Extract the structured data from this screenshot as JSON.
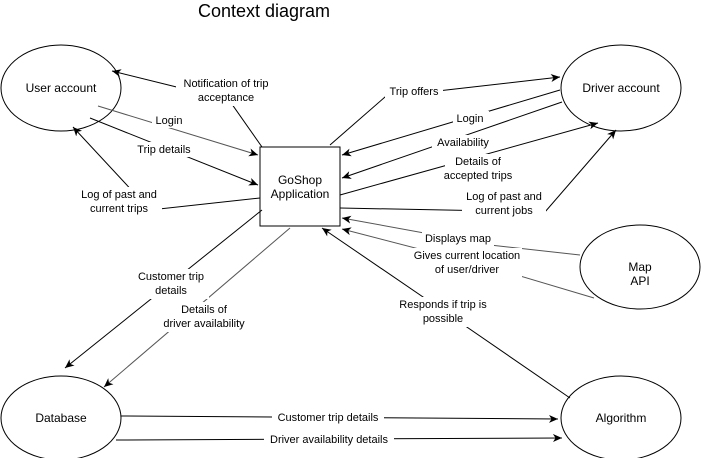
{
  "title": "Context diagram",
  "nodes": {
    "user_account": "User account",
    "driver_account": "Driver account",
    "goshop_line1": "GoShop",
    "goshop_line2": "Application",
    "map_line1": "Map",
    "map_line2": "API",
    "database": "Database",
    "algorithm": "Algorithm"
  },
  "edges": {
    "notification_line1": "Notification of trip",
    "notification_line2": "acceptance",
    "login_user": "Login",
    "trip_details": "Trip details",
    "log_trips_line1": "Log of past and",
    "log_trips_line2": "current trips",
    "trip_offers": "Trip offers",
    "login_driver": "Login",
    "availability": "Availability",
    "accepted_line1": "Details of",
    "accepted_line2": "accepted trips",
    "log_jobs_line1": "Log of past and",
    "log_jobs_line2": "current jobs",
    "displays_map": "Displays map",
    "location_line1": "Gives current location",
    "location_line2": "of user/driver",
    "customer_trip_line1": "Customer trip",
    "customer_trip_line2": "details",
    "driver_avail_line1": "Details of",
    "driver_avail_line2": "driver availability",
    "responds_line1": "Responds if trip is",
    "responds_line2": "possible",
    "db_customer_trip": "Customer trip details",
    "db_driver_avail": "Driver availability details"
  }
}
